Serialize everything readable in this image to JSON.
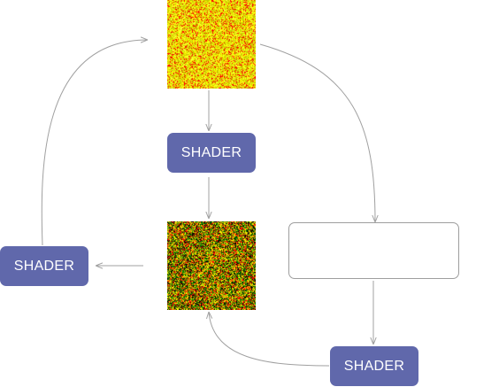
{
  "colors": {
    "node_fill": "#6068ab",
    "wire": "#a0a0a0",
    "empty_border": "#9e9e9e"
  },
  "textures": {
    "top": {
      "palette": [
        "#ffff00",
        "#e6e600",
        "#cccc00",
        "#ff0000",
        "#c8c800",
        "#ffff33"
      ]
    },
    "bottom": {
      "palette": [
        "#ffff00",
        "#008000",
        "#ff0000",
        "#000000",
        "#6b8e00",
        "#cc9900"
      ]
    }
  },
  "nodes": {
    "shader_center": {
      "label": "SHADER"
    },
    "shader_left": {
      "label": "SHADER"
    },
    "shader_bottom": {
      "label": "SHADER"
    }
  }
}
